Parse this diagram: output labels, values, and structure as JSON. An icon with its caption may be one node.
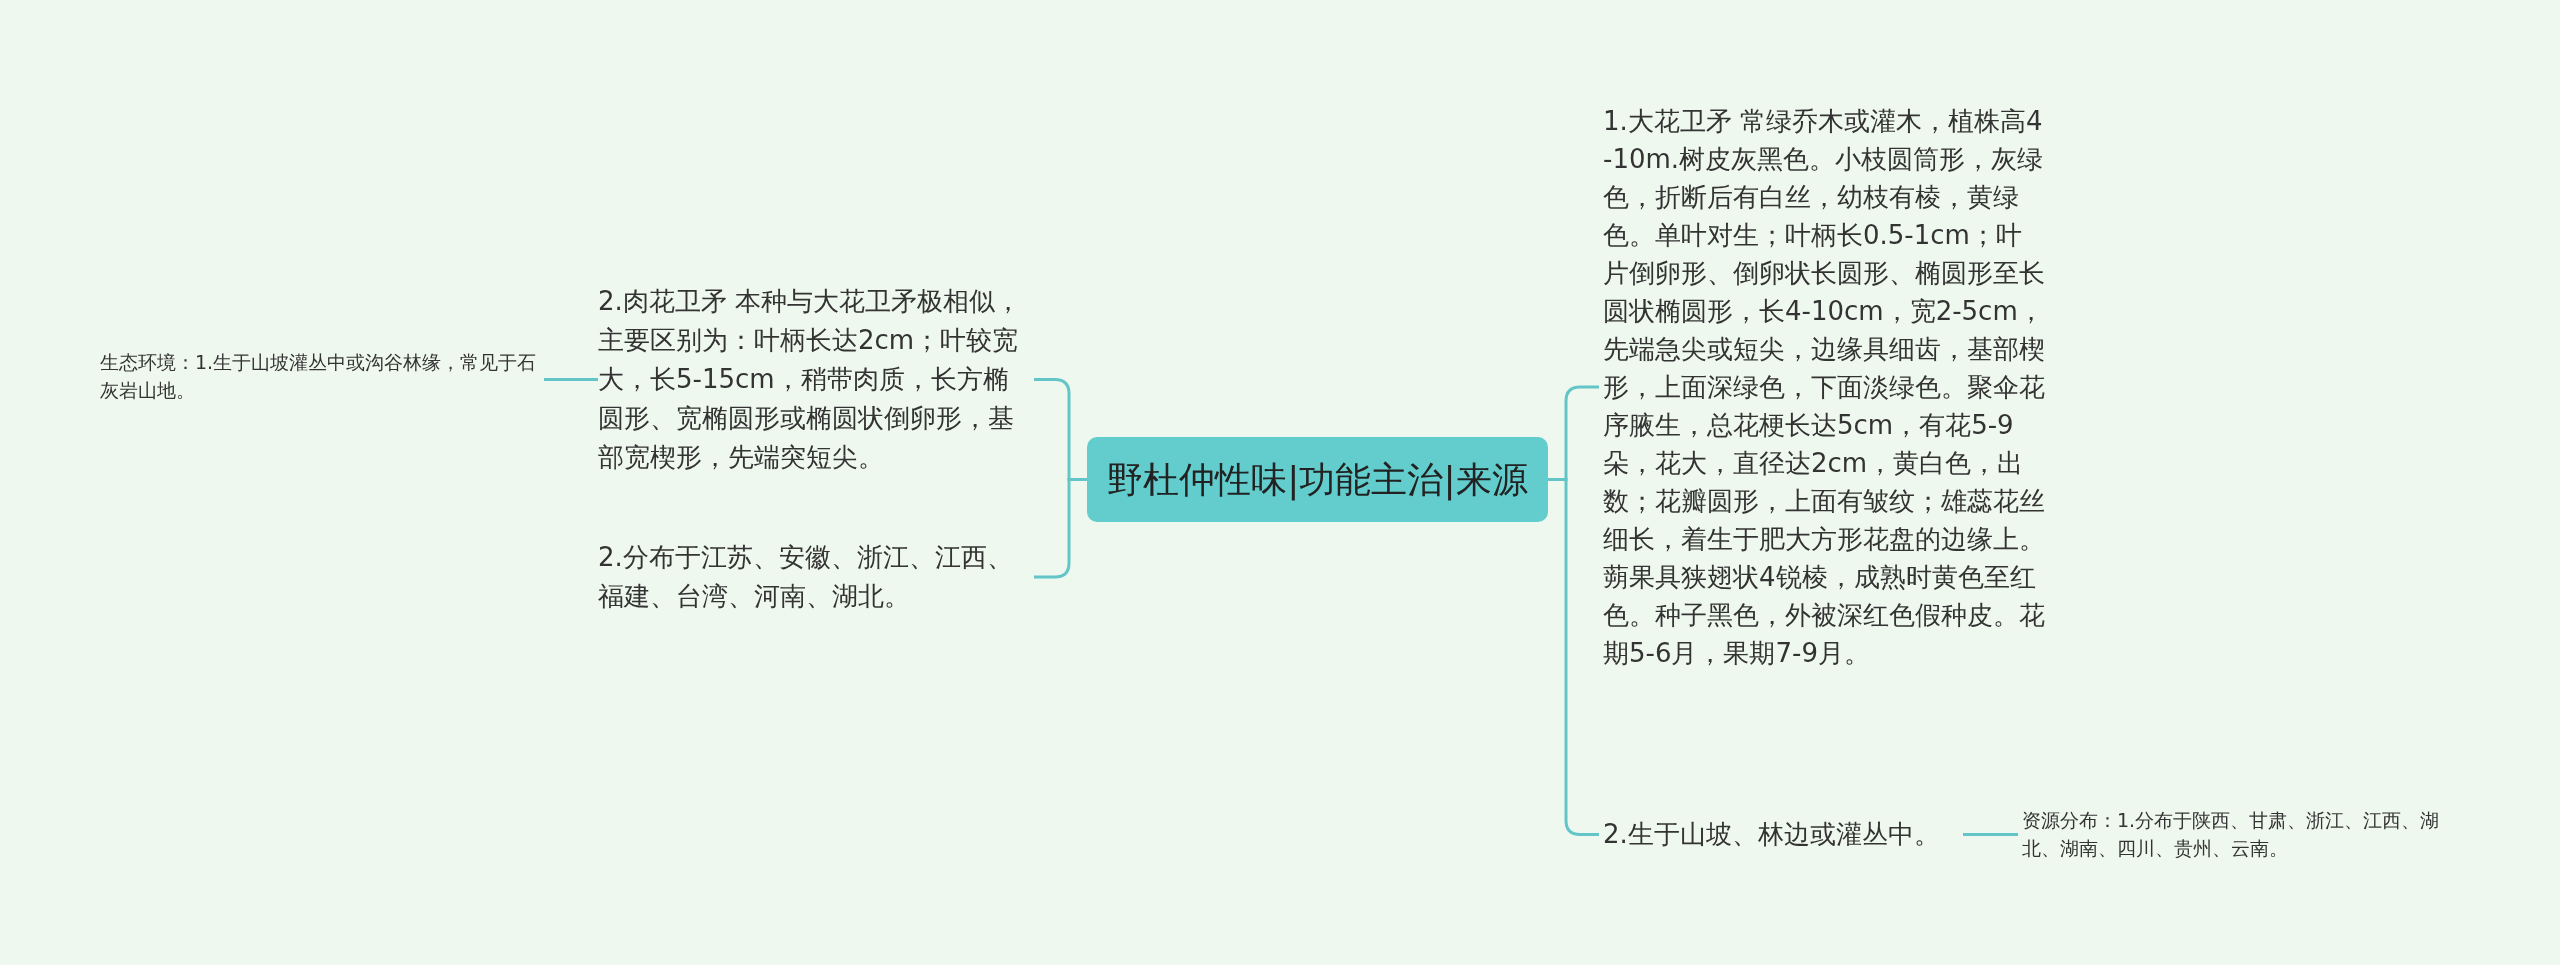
{
  "diagram": {
    "nodes": [
      {
        "text": [
          "野杜仲性味|功能主治|来源"
        ]
      },
      {
        "text": [
          "2.肉花卫矛 本种与大花卫矛极相似，主要区别为：叶柄长达2cm；叶较宽大，长5-15cm，稍带肉质，长方椭圆形、宽椭圆形或椭圆状倒卵形，基部宽楔形，先端突短尖。"
        ]
      },
      {
        "text": [
          "生态环境：1.生于山坡灌丛中或沟谷林缘，常见于石灰岩山地。"
        ]
      },
      {
        "text": [
          "2.分布于江苏、安徽、浙江、江西、福建、台湾、河南、湖北。"
        ]
      },
      {
        "text": [
          "1.大花卫矛 常绿乔木或灌木，植株高4-10m.树皮灰黑色。小枝圆筒形，灰绿色，折断后有白丝，幼枝有棱，黄绿色。单叶对生；叶柄长0.5-1cm；叶片倒卵形、倒卵状长圆形、椭圆形至长圆状椭圆形，长4-10cm，宽2-5cm，先端急尖或短尖，边缘具细齿，基部楔形，上面深绿色，下面淡绿色。聚伞花序腋生，总花梗长达5cm，有花5-9朵，花大，直径达2cm，黄白色，出数；花瓣圆形，上面有皱纹；雄蕊花丝细长，着生于肥大方形花盘的边缘上。蒴果具狭翅状4锐棱，成熟时黄色至红色。种子黑色，外被深红色假种皮。花期5-6月，果期7-9月。"
        ]
      },
      {
        "text": [
          "2.生于山坡、林边或灌丛中。"
        ]
      },
      {
        "text": [
          "资源分布：1.分布于陕西、甘肃、浙江、江西、湖北、湖南、四川、贵州、云南。"
        ]
      }
    ],
    "edges": [
      {
        "from": 0,
        "to": 1,
        "arrow": "none"
      },
      {
        "from": 0,
        "to": 3,
        "arrow": "none"
      },
      {
        "from": 1,
        "to": 2,
        "arrow": "none"
      },
      {
        "from": 0,
        "to": 4,
        "arrow": "none"
      },
      {
        "from": 0,
        "to": 5,
        "arrow": "none"
      },
      {
        "from": 5,
        "to": 6,
        "arrow": "none"
      }
    ]
  }
}
